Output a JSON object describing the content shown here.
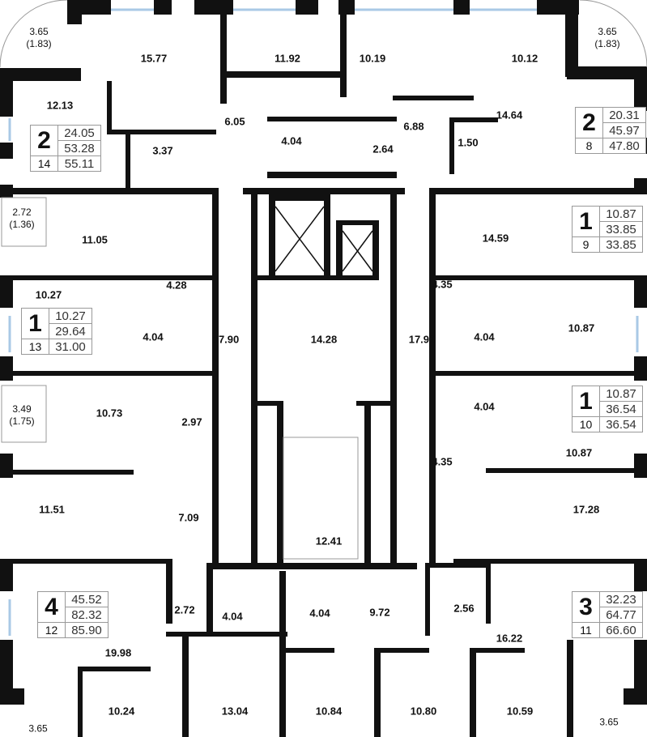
{
  "colors": {
    "wall": "#111111",
    "window": "#a9c9e6",
    "line": "#999999"
  },
  "rooms": [
    {
      "id": "bal-tl",
      "text": "3.65",
      "sub": "(1.83)"
    },
    {
      "id": "r1",
      "text": "15.77"
    },
    {
      "id": "r2",
      "text": "11.92"
    },
    {
      "id": "r3",
      "text": "10.19"
    },
    {
      "id": "r4",
      "text": "10.12"
    },
    {
      "id": "bal-tr",
      "text": "3.65",
      "sub": "(1.83)"
    },
    {
      "id": "r5",
      "text": "12.13"
    },
    {
      "id": "r6",
      "text": "6.05"
    },
    {
      "id": "r7",
      "text": "4.04"
    },
    {
      "id": "r8",
      "text": "2.64"
    },
    {
      "id": "r9",
      "text": "6.88"
    },
    {
      "id": "r10",
      "text": "1.50"
    },
    {
      "id": "r11",
      "text": "14.64"
    },
    {
      "id": "r12",
      "text": "3.37"
    },
    {
      "id": "bal-l2",
      "text": "2.72",
      "sub": "(1.36)"
    },
    {
      "id": "r13",
      "text": "11.05"
    },
    {
      "id": "r14",
      "text": "14.59"
    },
    {
      "id": "r15",
      "text": "10.27"
    },
    {
      "id": "r16",
      "text": "4.28"
    },
    {
      "id": "r17",
      "text": "4.35"
    },
    {
      "id": "r18",
      "text": "10.87"
    },
    {
      "id": "r19",
      "text": "4.04"
    },
    {
      "id": "r20",
      "text": "17.90"
    },
    {
      "id": "r21",
      "text": "14.28"
    },
    {
      "id": "r22",
      "text": "17.90"
    },
    {
      "id": "r23",
      "text": "4.04"
    },
    {
      "id": "bal-l3",
      "text": "3.49",
      "sub": "(1.75)"
    },
    {
      "id": "r24",
      "text": "10.73"
    },
    {
      "id": "r25",
      "text": "2.97"
    },
    {
      "id": "r26",
      "text": "4.04"
    },
    {
      "id": "r27",
      "text": "10.87"
    },
    {
      "id": "r28",
      "text": "4.35"
    },
    {
      "id": "r29",
      "text": "11.51"
    },
    {
      "id": "r30",
      "text": "7.09"
    },
    {
      "id": "r31",
      "text": "12.41"
    },
    {
      "id": "r32",
      "text": "17.28"
    },
    {
      "id": "r33",
      "text": "2.72"
    },
    {
      "id": "r34",
      "text": "4.04"
    },
    {
      "id": "r35",
      "text": "4.04"
    },
    {
      "id": "r36",
      "text": "9.72"
    },
    {
      "id": "r37",
      "text": "2.56"
    },
    {
      "id": "r38",
      "text": "16.22"
    },
    {
      "id": "r39",
      "text": "19.98"
    },
    {
      "id": "r40",
      "text": "10.24"
    },
    {
      "id": "r41",
      "text": "13.04"
    },
    {
      "id": "r42",
      "text": "10.84"
    },
    {
      "id": "r43",
      "text": "10.80"
    },
    {
      "id": "r44",
      "text": "10.59"
    },
    {
      "id": "bal-bl",
      "text": "3.65"
    },
    {
      "id": "bal-br",
      "text": "3.65"
    }
  ],
  "apartments": [
    {
      "rooms": "2",
      "number": "14",
      "living": "24.05",
      "total": "53.28",
      "total_with_balcony": "55.11"
    },
    {
      "rooms": "2",
      "number": "8",
      "living": "20.31",
      "total": "45.97",
      "total_with_balcony": "47.80"
    },
    {
      "rooms": "1",
      "number": "9",
      "living": "10.87",
      "total": "33.85",
      "total_with_balcony": "33.85"
    },
    {
      "rooms": "1",
      "number": "13",
      "living": "10.27",
      "total": "29.64",
      "total_with_balcony": "31.00"
    },
    {
      "rooms": "1",
      "number": "10",
      "living": "10.87",
      "total": "36.54",
      "total_with_balcony": "36.54"
    },
    {
      "rooms": "4",
      "number": "12",
      "living": "45.52",
      "total": "82.32",
      "total_with_balcony": "85.90"
    },
    {
      "rooms": "3",
      "number": "11",
      "living": "32.23",
      "total": "64.77",
      "total_with_balcony": "66.60"
    }
  ]
}
